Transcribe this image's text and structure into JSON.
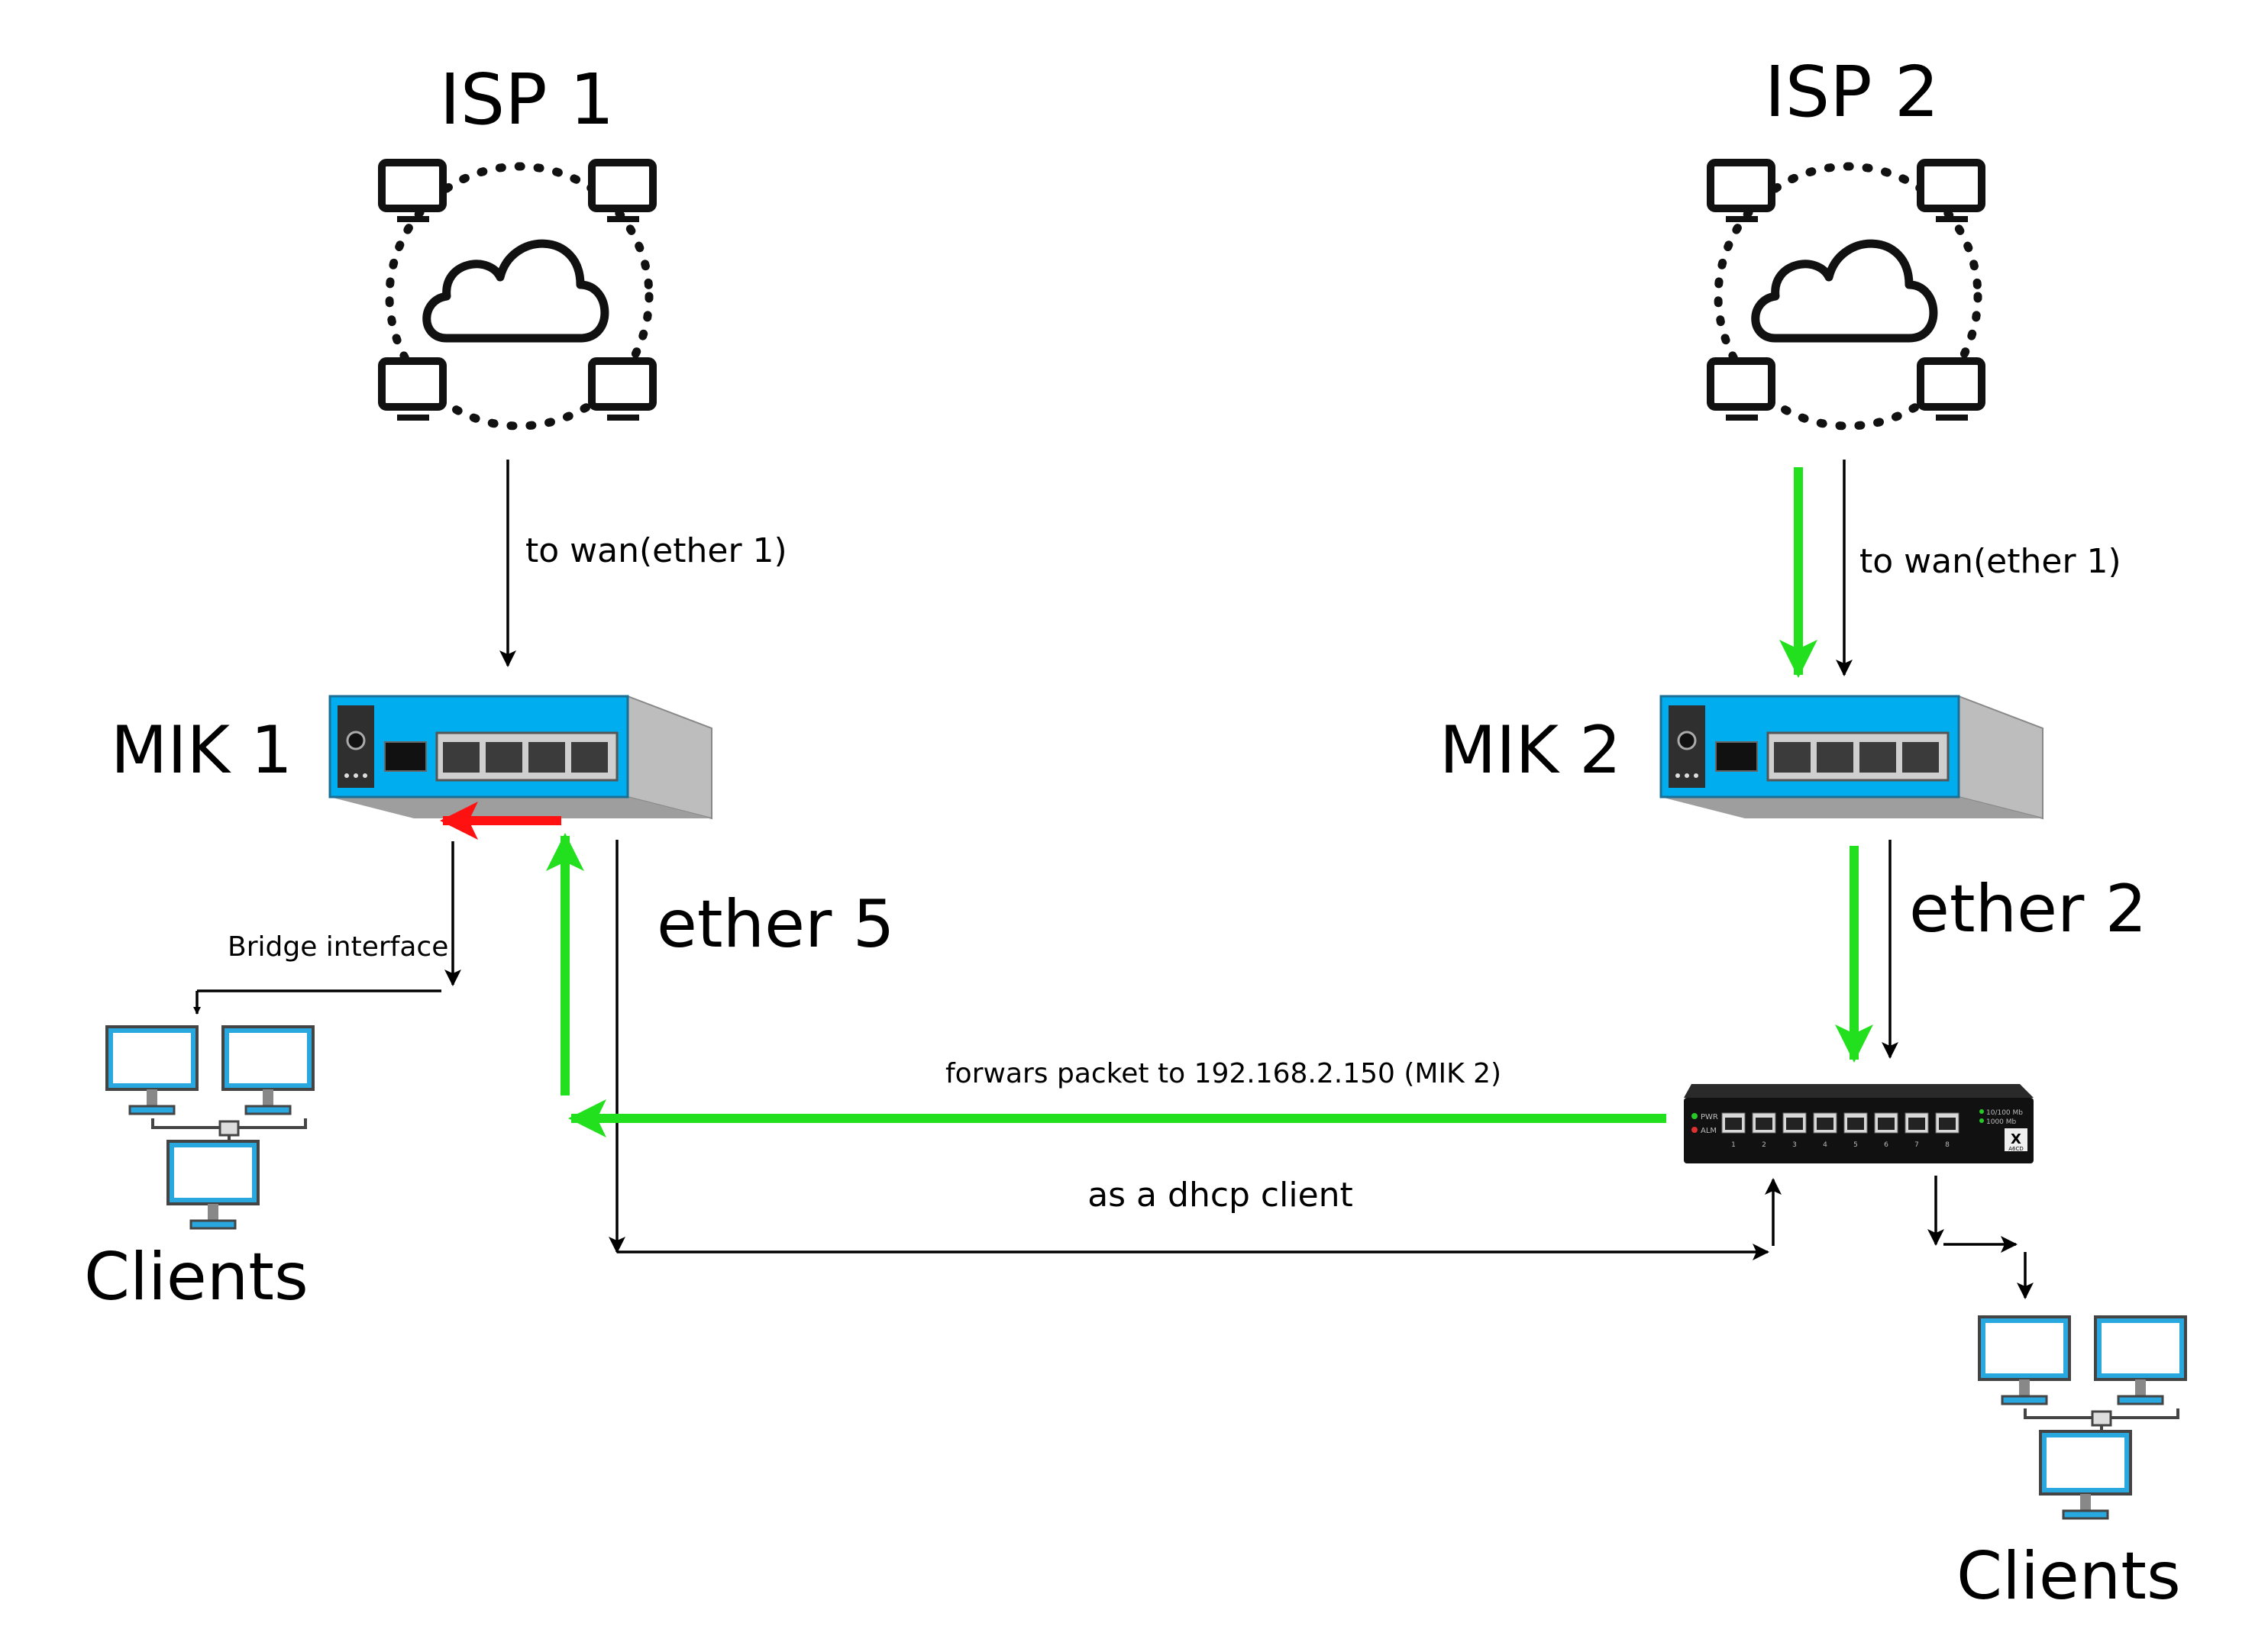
{
  "isp1": {
    "title": "ISP 1"
  },
  "isp2": {
    "title": "ISP 2"
  },
  "mik1": {
    "label": "MIK 1"
  },
  "mik2": {
    "label": "MIK 2"
  },
  "links": {
    "isp1_wan": "to wan(ether 1)",
    "isp2_wan": "to wan(ether 1)",
    "ether5": "ether 5",
    "ether2": "ether 2",
    "bridge": "Bridge interface",
    "forward": "forwars packet to 192.168.2.150 (MIK 2)",
    "dhcp": "as a dhcp client"
  },
  "clients_left": {
    "label": "Clients"
  },
  "clients_right": {
    "label": "Clients"
  },
  "switch": {
    "led_pwr": "PWR",
    "led_alm": "ALM",
    "speed_1": "10/100 Mb",
    "speed_2": "1000 Mb",
    "brand": "X",
    "model": "A6CD",
    "ports": [
      "1",
      "2",
      "3",
      "4",
      "5",
      "6",
      "7",
      "8"
    ]
  },
  "colors": {
    "green_path": "#22e01e",
    "red_arrow": "#ff1111",
    "router_body": "#00aeef",
    "client_screen": "#29a8e0"
  },
  "icons": {
    "isp_cloud": "cloud-network-icon",
    "router": "router-icon",
    "switch": "switch-icon",
    "clients": "computer-network-icon"
  }
}
